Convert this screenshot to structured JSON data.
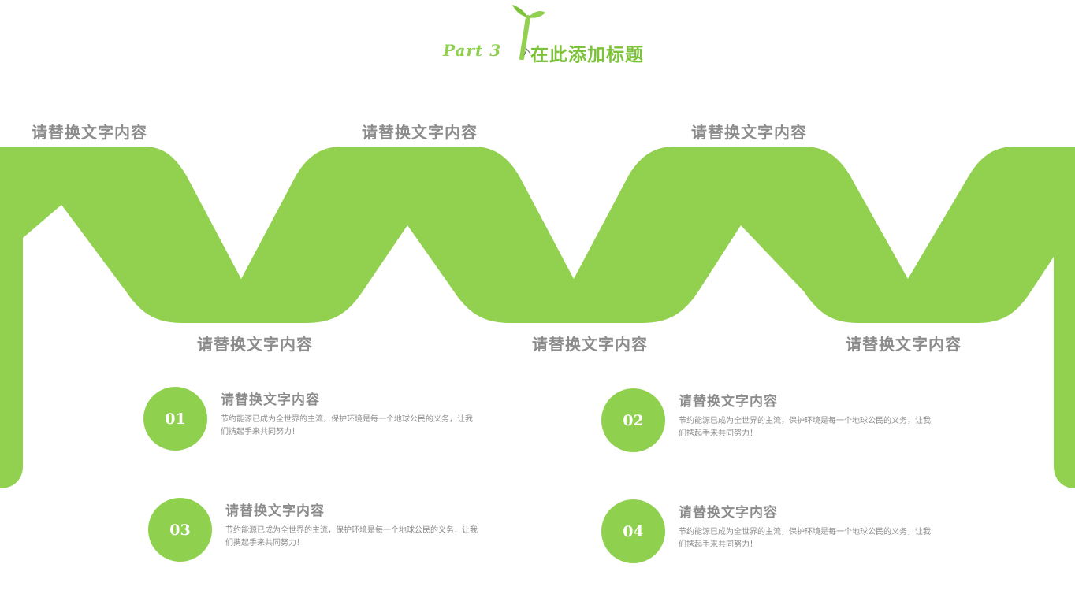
{
  "colors": {
    "accent": "#92d050",
    "title_green": "#7cc23a",
    "text_gray": "#8c8c8c"
  },
  "header": {
    "part": "Part 3",
    "title": "在此添加标题",
    "icon": "sprout-icon"
  },
  "wave_labels": {
    "top": [
      "请替换文字内容",
      "请替换文字内容",
      "请替换文字内容"
    ],
    "bottom": [
      "请替换文字内容",
      "请替换文字内容",
      "请替换文字内容"
    ]
  },
  "items": [
    {
      "number": "01",
      "title": "请替换文字内容",
      "text": "节约能源已成为全世界的主流，保护环境是每一个地球公民的义务，让我们携起手来共同努力！"
    },
    {
      "number": "02",
      "title": "请替换文字内容",
      "text": "节约能源已成为全世界的主流，保护环境是每一个地球公民的义务，让我们携起手来共同努力！"
    },
    {
      "number": "03",
      "title": "请替换文字内容",
      "text": "节约能源已成为全世界的主流，保护环境是每一个地球公民的义务，让我们携起手来共同努力！"
    },
    {
      "number": "04",
      "title": "请替换文字内容",
      "text": "节约能源已成为全世界的主流，保护环境是每一个地球公民的义务，让我们携起手来共同努力！"
    }
  ]
}
